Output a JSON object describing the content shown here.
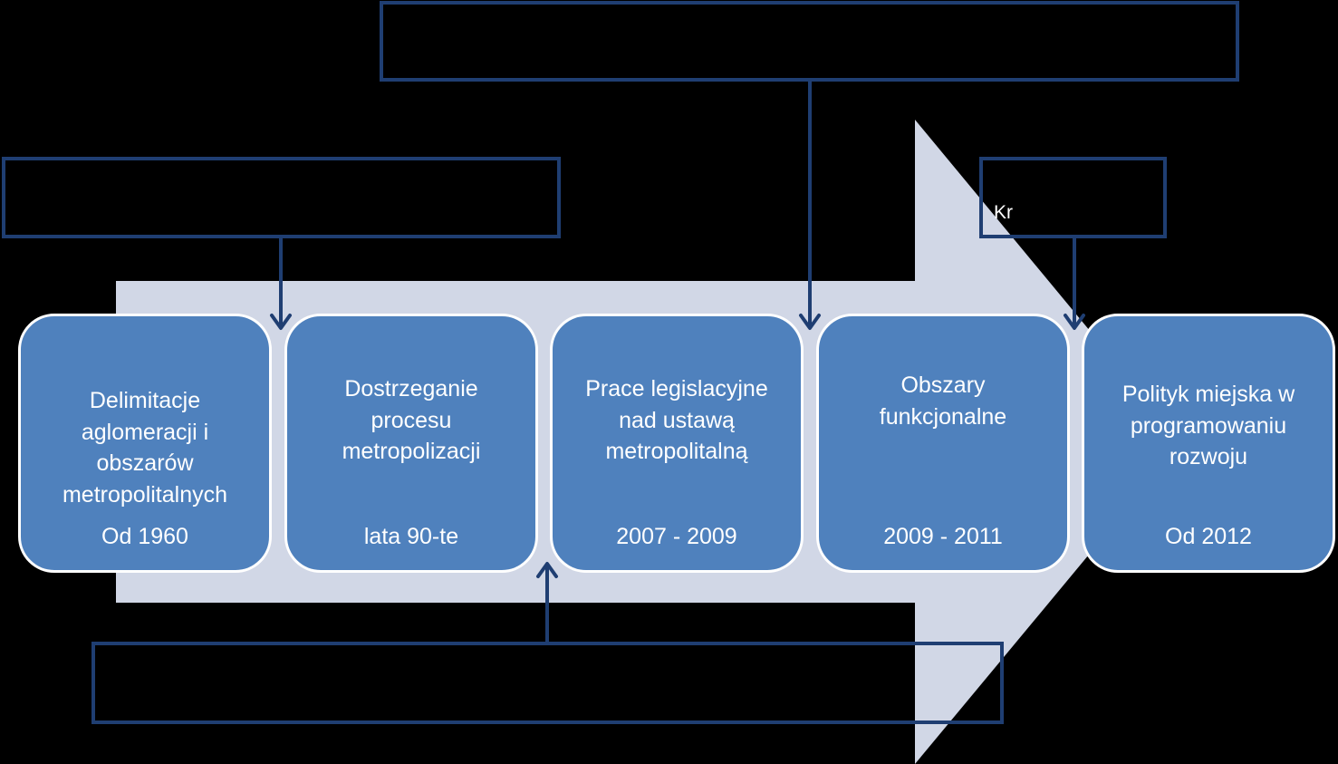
{
  "colors": {
    "background": "#000000",
    "arrow": "#d1d7e6",
    "box_fill": "#4f81bd",
    "box_border": "#ffffff",
    "callout_stroke": "#1f3e72",
    "text": "#ffffff"
  },
  "stages": [
    {
      "title": "Delimitacje\naglomeracji i\nobszarów\nmetropolitalnych",
      "years": "Od 1960"
    },
    {
      "title": "Dostrzeganie\nprocesu\nmetropolizacji",
      "years": "lata 90-te"
    },
    {
      "title": "Prace legislacyjne\nnad ustawą\nmetropolitalną",
      "years": "2007 - 2009"
    },
    {
      "title": "Obszary\nfunkcjonalne",
      "years": "2009 - 2011"
    },
    {
      "title": "Polityk miejska w\nprogramowaniu\nrozwoju",
      "years": "Od 2012"
    }
  ],
  "callouts": {
    "top_center": "",
    "top_left": "",
    "top_right": "Kr",
    "bottom": ""
  }
}
